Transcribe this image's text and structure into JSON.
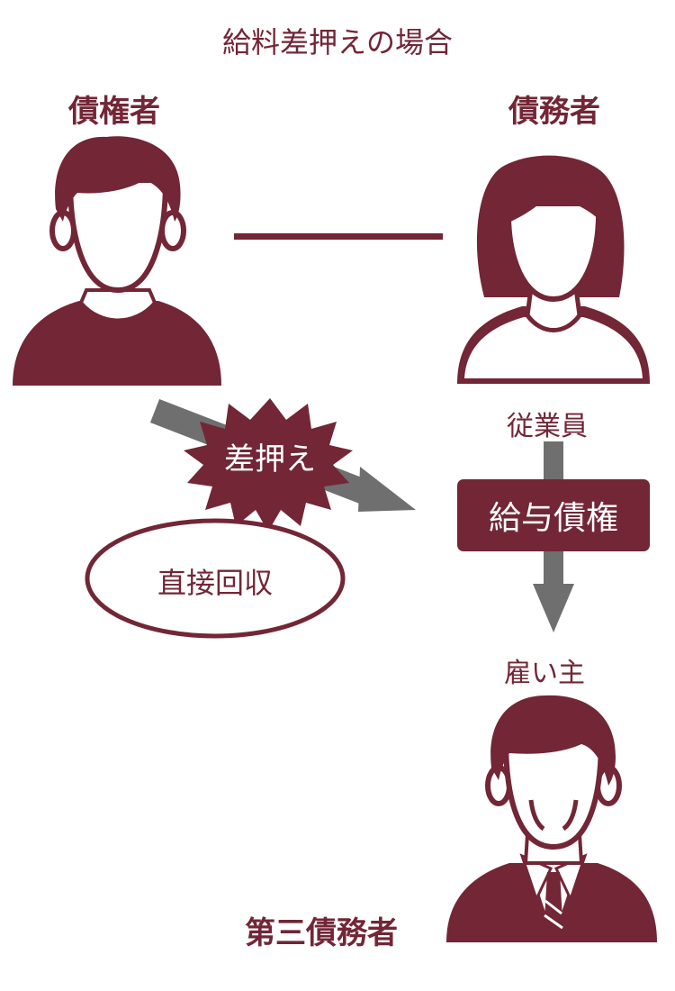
{
  "title": "給料差押えの場合",
  "creditor": {
    "label": "債権者"
  },
  "debtor": {
    "label": "債務者",
    "role": "従業員"
  },
  "third_party": {
    "label": "第三債務者",
    "role": "雇い主"
  },
  "seizure_label": "差押え",
  "claim_label": "給与債権",
  "direct_collection_label": "直接回収",
  "colors": {
    "primary": "#722636",
    "arrow": "#6f6f6f",
    "background": "#ffffff"
  }
}
